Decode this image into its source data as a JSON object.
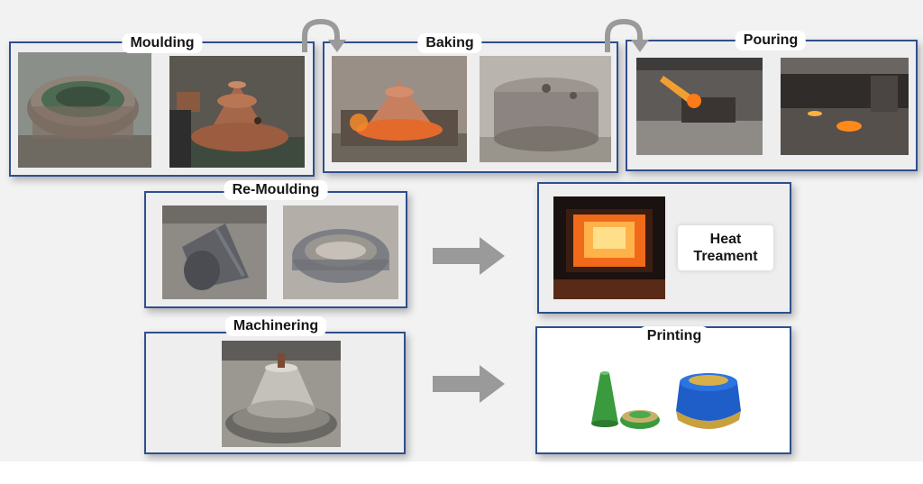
{
  "stages": {
    "moulding": "Moulding",
    "baking": "Baking",
    "pouring": "Pouring",
    "remoulding": "Re-Moulding",
    "heat_treatment_line1": "Heat",
    "heat_treatment_line2": "Treament",
    "machinering": "Machinering",
    "printing": "Printing"
  },
  "colors": {
    "border": "#2e4f8f",
    "arrow": "#9a9a9a"
  }
}
